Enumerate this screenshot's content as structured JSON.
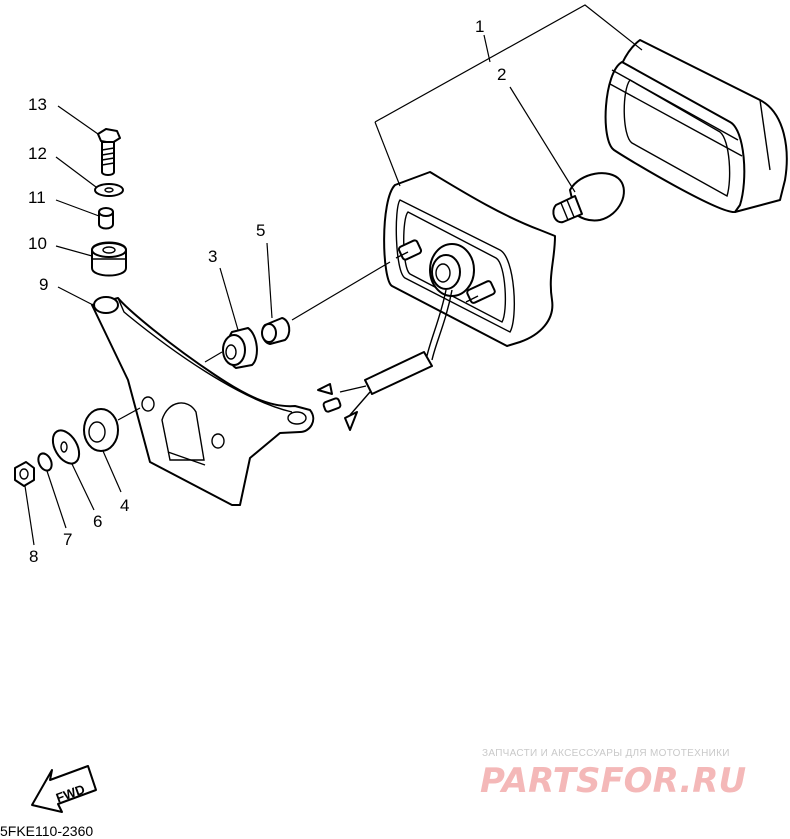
{
  "diagram": {
    "callouts": [
      "1",
      "2",
      "3",
      "4",
      "5",
      "6",
      "7",
      "8",
      "9",
      "10",
      "11",
      "12",
      "13"
    ],
    "fwd_label": "FWD",
    "code": "5FKE110-2360"
  },
  "watermark": {
    "tagline": "ЗАПЧАСТИ И АКСЕССУАРЫ ДЛЯ МОТОТЕХНИКИ",
    "brand": "PARTSFOR.RU",
    "color": "#f4b8b8"
  }
}
